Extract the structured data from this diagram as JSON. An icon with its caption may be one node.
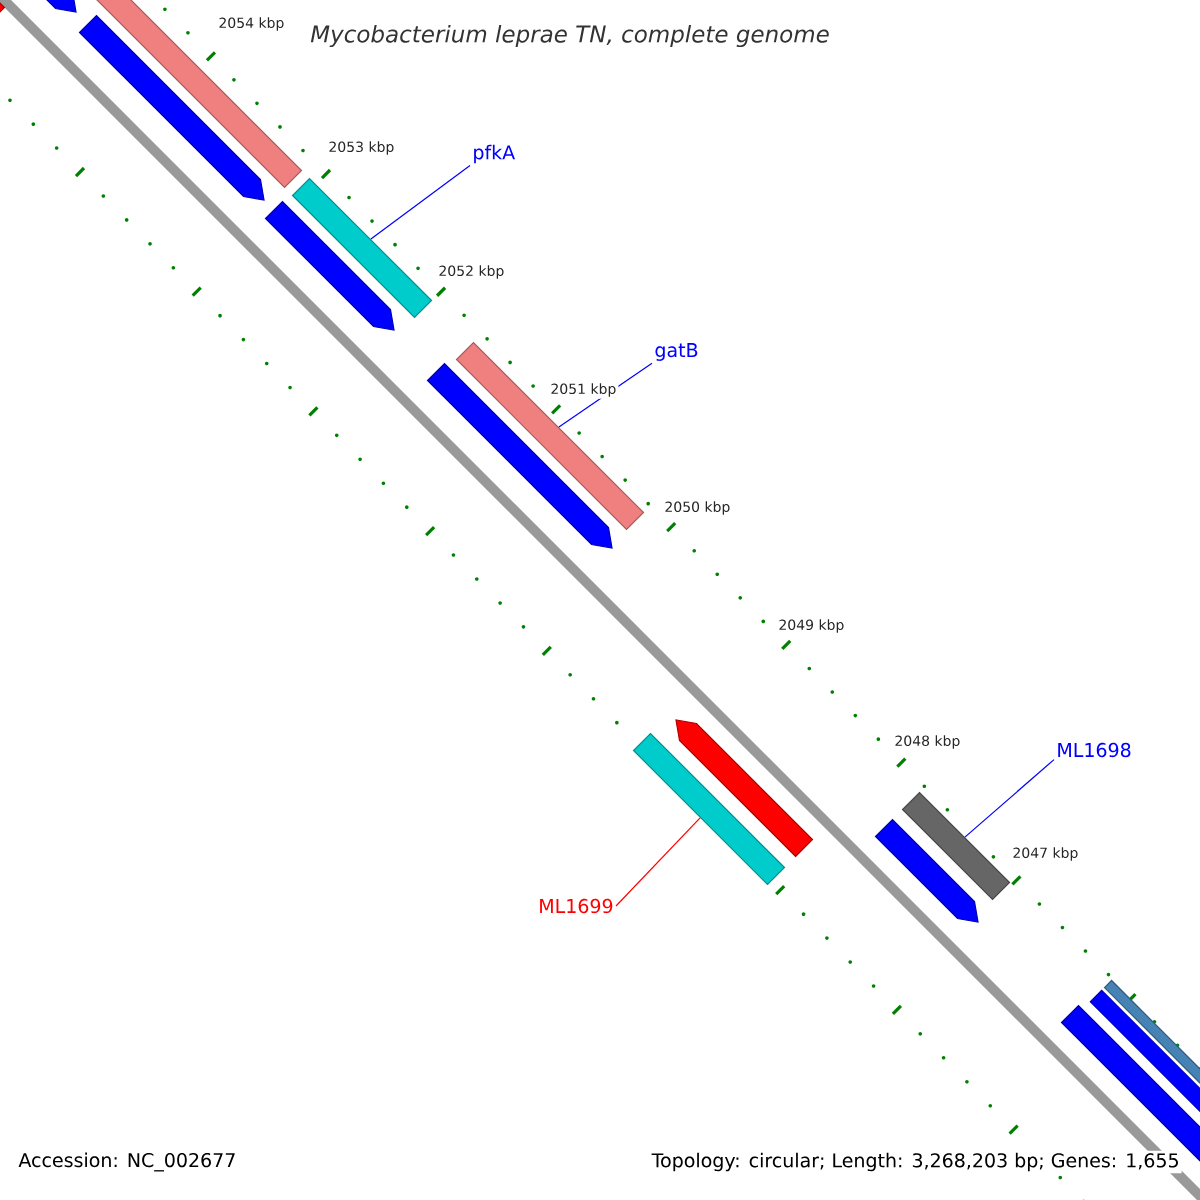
{
  "diagram": {
    "title": "*Mycobacterium leprae* TN, complete genome",
    "nodes": [
      {
        "text": [
          "pfkA"
        ]
      },
      {
        "text": [],
        "shape": "bar"
      },
      {
        "text": [
          "gatB"
        ]
      },
      {
        "text": [],
        "shape": "bar"
      },
      {
        "text": [
          "ML1698"
        ]
      },
      {
        "text": [],
        "shape": "bar"
      },
      {
        "text": [
          "ML1699"
        ]
      },
      {
        "text": [],
        "shape": "bar"
      }
    ],
    "edges": [
      {
        "from": 0,
        "to": 1,
        "arrow": "none"
      },
      {
        "from": 2,
        "to": 3,
        "arrow": "none"
      },
      {
        "from": 4,
        "to": 5,
        "arrow": "none"
      },
      {
        "from": 6,
        "to": 7,
        "arrow": "none",
        "color": "#ff0000"
      }
    ],
    "labels": [
      "2054 kbp",
      "2053 kbp",
      "2052 kbp",
      "2051 kbp",
      "2050 kbp",
      "2049 kbp",
      "2048 kbp",
      "2047 kbp",
      "Accession: NC_002677",
      "Topology: circular; Length: 3,268,203 bp; Genes: 1,655"
    ]
  }
}
